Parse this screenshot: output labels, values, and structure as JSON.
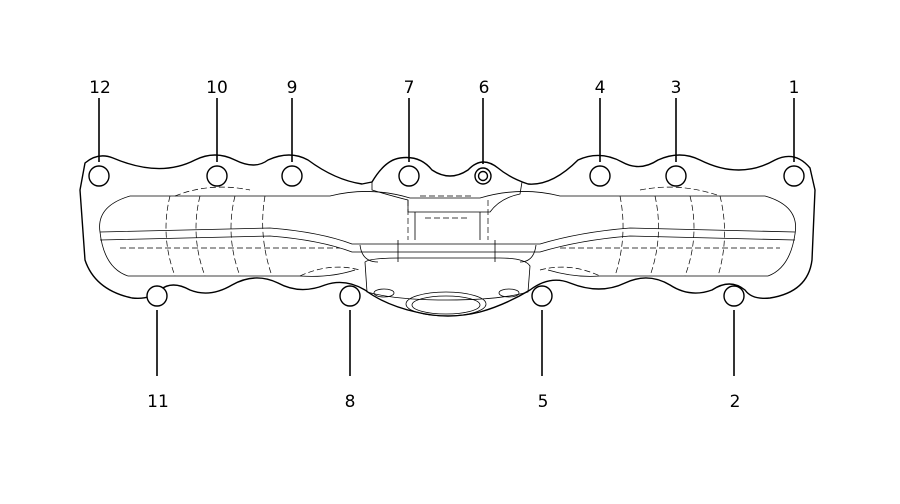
{
  "diagram": {
    "bolts": [
      {
        "label": "1",
        "row": "top"
      },
      {
        "label": "2",
        "row": "bottom"
      },
      {
        "label": "3",
        "row": "top"
      },
      {
        "label": "4",
        "row": "top"
      },
      {
        "label": "5",
        "row": "bottom"
      },
      {
        "label": "6",
        "row": "top"
      },
      {
        "label": "7",
        "row": "top"
      },
      {
        "label": "8",
        "row": "bottom"
      },
      {
        "label": "9",
        "row": "top"
      },
      {
        "label": "10",
        "row": "top"
      },
      {
        "label": "11",
        "row": "bottom"
      },
      {
        "label": "12",
        "row": "top"
      }
    ]
  }
}
